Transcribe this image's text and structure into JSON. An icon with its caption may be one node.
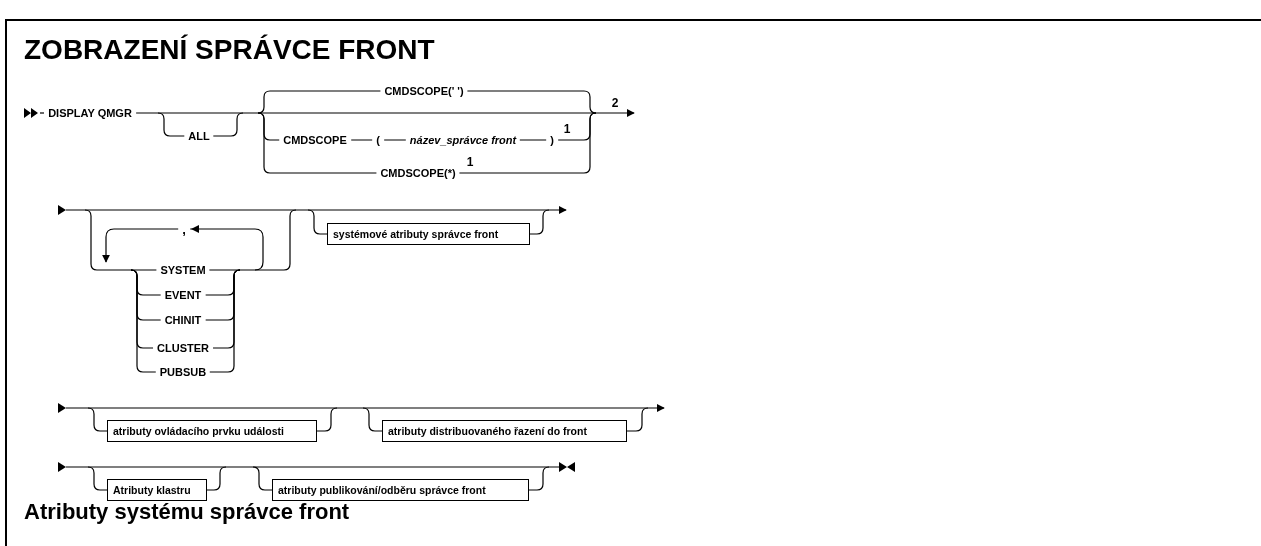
{
  "diagram": {
    "title": "ZOBRAZENÍ SPRÁVCE FRONT",
    "nodes": [
      {
        "text": [
          "systémové atributy správce front"
        ]
      },
      {
        "text": [
          "atributy ovládacího prvku události"
        ]
      },
      {
        "text": [
          "atributy distribuovaného řazení do front"
        ]
      },
      {
        "text": [
          "Atributy klastru"
        ]
      },
      {
        "text": [
          "atributy publikování/odběru správce front"
        ]
      }
    ],
    "labels": [
      "DISPLAY QMGR",
      "CMDSCOPE(' ')",
      "2",
      "ALL",
      "CMDSCOPE",
      "(",
      "název_správce front",
      ")",
      "1",
      "CMDSCOPE(*)",
      "1",
      ",",
      "SYSTEM",
      "EVENT",
      "CHINIT",
      "CLUSTER",
      "PUBSUB",
      "Atributy systému správce front"
    ]
  }
}
